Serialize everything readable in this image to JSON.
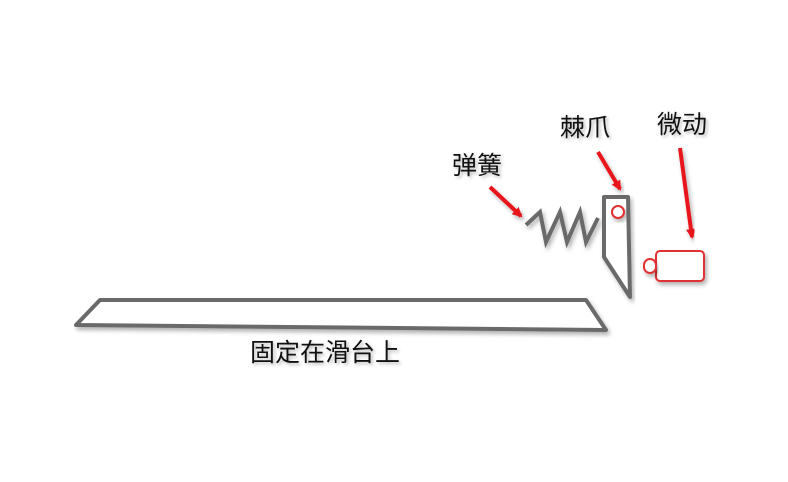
{
  "labels": {
    "spring": "弹簧",
    "pawl": "棘爪",
    "microswitch": "微动",
    "fixed_on_slide": "固定在滑台上"
  },
  "colors": {
    "line": "#6b6b6b",
    "arrow": "#e8141a",
    "switch": "#e03030",
    "text": "#111111"
  }
}
